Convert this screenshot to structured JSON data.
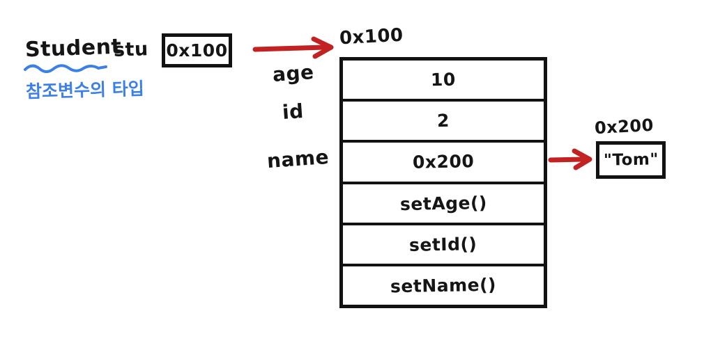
{
  "diagram": {
    "title": "Java reference variable memory layout",
    "colors": {
      "ink": "#151515",
      "annotation_blue": "#3b7fe8",
      "arrow_red": "#c32222",
      "background": "#ffffff"
    }
  },
  "declaration": {
    "type_name": "Student",
    "variable_name": "stu",
    "annotation_text": "참조변수의 타입",
    "underline_icon": "wavy-underline-icon"
  },
  "stack_variable": {
    "value": "0x100",
    "box_name": "stack-variable-box"
  },
  "arrows": [
    {
      "name": "arrow-stack-to-heap",
      "icon": "right-arrow-icon",
      "from": "stack_variable",
      "to": "heap_object"
    },
    {
      "name": "arrow-heap-to-string",
      "icon": "right-arrow-icon",
      "from": "heap_object.name",
      "to": "string_literal"
    }
  ],
  "heap_object": {
    "address_label": "0x100",
    "field_labels": [
      "age",
      "id",
      "name"
    ],
    "rows": [
      {
        "label": "age",
        "value": "10"
      },
      {
        "label": "id",
        "value": "2"
      },
      {
        "label": "name",
        "value": "0x200"
      },
      {
        "label": "",
        "value": "setAge()"
      },
      {
        "label": "",
        "value": "setId()"
      },
      {
        "label": "",
        "value": "setName()"
      }
    ]
  },
  "string_literal": {
    "address_label": "0x200",
    "value": "\"Tom\""
  }
}
